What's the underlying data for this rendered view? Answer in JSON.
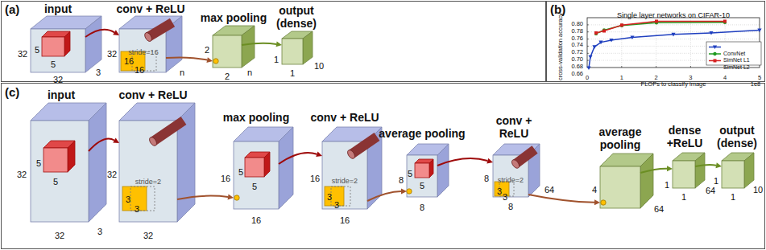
{
  "diagram": {
    "nodes": [
      {
        "text": [
          "(a)"
        ]
      },
      {
        "text": [
          "input",
          "5",
          "5",
          "32",
          "32",
          "3"
        ],
        "in": 0
      },
      {
        "text": [
          "conv + ReLU",
          "stride=16",
          "16",
          "16",
          "32",
          "n"
        ],
        "in": 0
      },
      {
        "text": [
          "max pooling",
          "2",
          "2",
          "n"
        ],
        "in": 0
      },
      {
        "text": [
          "output (dense)",
          "1",
          "1",
          "10"
        ],
        "in": 0
      },
      {
        "text": [
          "(b)"
        ]
      },
      {
        "text": [
          "(c)"
        ]
      },
      {
        "text": [
          "input",
          "5",
          "5",
          "32",
          "32",
          "3"
        ],
        "in": 6
      },
      {
        "text": [
          "conv + ReLU",
          "stride=2",
          "3",
          "3",
          "32",
          "32"
        ],
        "in": 6
      },
      {
        "text": [
          "max pooling",
          "5",
          "5",
          "16",
          "16"
        ],
        "in": 6
      },
      {
        "text": [
          "conv + ReLU",
          "stride=2",
          "3",
          "3",
          "16",
          "16"
        ],
        "in": 6
      },
      {
        "text": [
          "average pooling",
          "5",
          "5",
          "8",
          "8"
        ],
        "in": 6
      },
      {
        "text": [
          "conv + ReLU",
          "stride=2",
          "3",
          "3",
          "8",
          "8",
          "64"
        ],
        "in": 6
      },
      {
        "text": [
          "average pooling",
          "4",
          "64"
        ],
        "in": 6
      },
      {
        "text": [
          "dense +ReLU",
          "1",
          "1",
          "64"
        ],
        "in": 6
      },
      {
        "text": [
          "output (dense)",
          "1",
          "1",
          "10"
        ],
        "in": 6
      }
    ],
    "edges": [
      {
        "from": 1,
        "to": 2,
        "arrow": "to"
      },
      {
        "from": 2,
        "to": 3,
        "arrow": "to"
      },
      {
        "from": 3,
        "to": 4,
        "arrow": "to"
      },
      {
        "from": 7,
        "to": 8,
        "arrow": "to"
      },
      {
        "from": 8,
        "to": 9,
        "arrow": "to"
      },
      {
        "from": 9,
        "to": 10,
        "arrow": "to"
      },
      {
        "from": 10,
        "to": 11,
        "arrow": "to"
      },
      {
        "from": 11,
        "to": 12,
        "arrow": "to"
      },
      {
        "from": 12,
        "to": 13,
        "arrow": "to"
      },
      {
        "from": 13,
        "to": 14,
        "arrow": "to"
      },
      {
        "from": 14,
        "to": 15,
        "arrow": "to"
      }
    ],
    "labels": [
      "Single layer networks on CIFAR-10",
      "0.80",
      "0.78",
      "0.76",
      "0.74",
      "0.72",
      "0.70",
      "0.68",
      "0.66",
      "cross-validation accuracy",
      "0",
      "1",
      "2",
      "3",
      "4",
      "5",
      "FLOPs to classify image",
      "1e8"
    ],
    "legend": [
      {
        "text": "ConvNet"
      },
      {
        "text": "SimNet L1"
      },
      {
        "text": "SimNet L2"
      }
    ]
  }
}
